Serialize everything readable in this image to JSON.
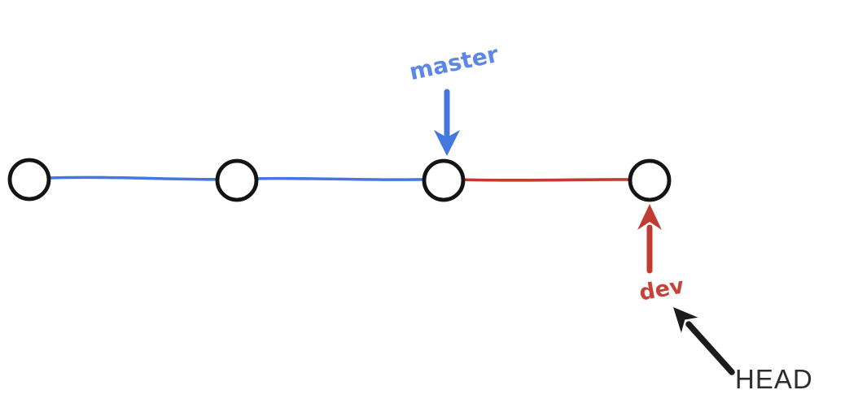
{
  "diagram": {
    "kind": "git commit graph",
    "labels": {
      "master": "master",
      "dev": "dev",
      "head": "HEAD"
    },
    "colors": {
      "master_branch": "#4577e0",
      "master_label": "#5d87e6",
      "dev_branch": "#c03b30",
      "dev_label": "#c4443a",
      "head_arrow": "#1c1c1c",
      "head_label": "#2d2d2d",
      "node_stroke": "#141414",
      "node_fill": "#ffffff",
      "background": "#ffffff"
    },
    "nodes": [
      {
        "id": "commit-1"
      },
      {
        "id": "commit-2"
      },
      {
        "id": "commit-3"
      },
      {
        "id": "commit-4"
      }
    ],
    "edges": [
      {
        "from": "commit-1",
        "to": "commit-2",
        "branch": "master"
      },
      {
        "from": "commit-2",
        "to": "commit-3",
        "branch": "master"
      },
      {
        "from": "commit-3",
        "to": "commit-4",
        "branch": "dev"
      }
    ],
    "pointers": [
      {
        "label": "master",
        "points_to": "commit-3",
        "direction": "down"
      },
      {
        "label": "dev",
        "points_to": "commit-4",
        "direction": "up"
      },
      {
        "label": "HEAD",
        "points_to": "dev",
        "direction": "up-left"
      }
    ]
  }
}
